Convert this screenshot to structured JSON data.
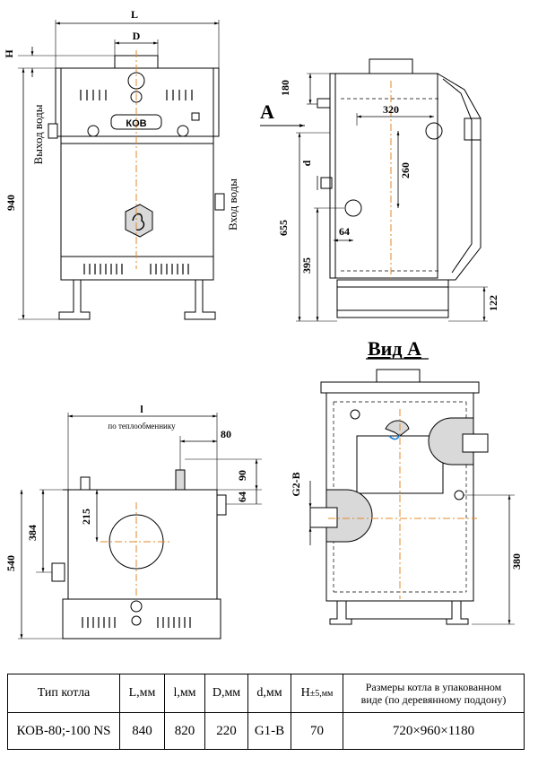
{
  "front": {
    "L": "L",
    "D": "D",
    "H": "H",
    "h940": "940",
    "out_label": "Выход воды",
    "in_label": "Вход воды",
    "logo": "КОВ"
  },
  "side": {
    "A": "А",
    "d180": "180",
    "d320": "320",
    "d260": "260",
    "d": "d",
    "d64": "64",
    "d655": "655",
    "d395": "395",
    "d122": "122"
  },
  "view_a": {
    "title": "Вид А",
    "g2b": "G2-B",
    "d380": "380"
  },
  "top": {
    "l": "l",
    "l_note": "по теплообменнику",
    "d80": "80",
    "d90": "90",
    "d64": "64",
    "d215": "215",
    "d384": "384",
    "d540": "540"
  },
  "table": {
    "headers": [
      "Тип котла",
      "L,мм",
      "l,мм",
      "D,мм",
      "d,мм",
      "H±5,мм",
      "Размеры котла в упакованном виде (по деревянному поддону)"
    ],
    "header_h_main": "H",
    "header_h_sub": "±5,мм",
    "header_pack_1": "Размеры котла в упакованном",
    "header_pack_2": "виде (по деревянному поддону)",
    "row": [
      "КОВ-80;-100 NS",
      "840",
      "820",
      "220",
      "G1-B",
      "70",
      "720×960×1180"
    ]
  }
}
